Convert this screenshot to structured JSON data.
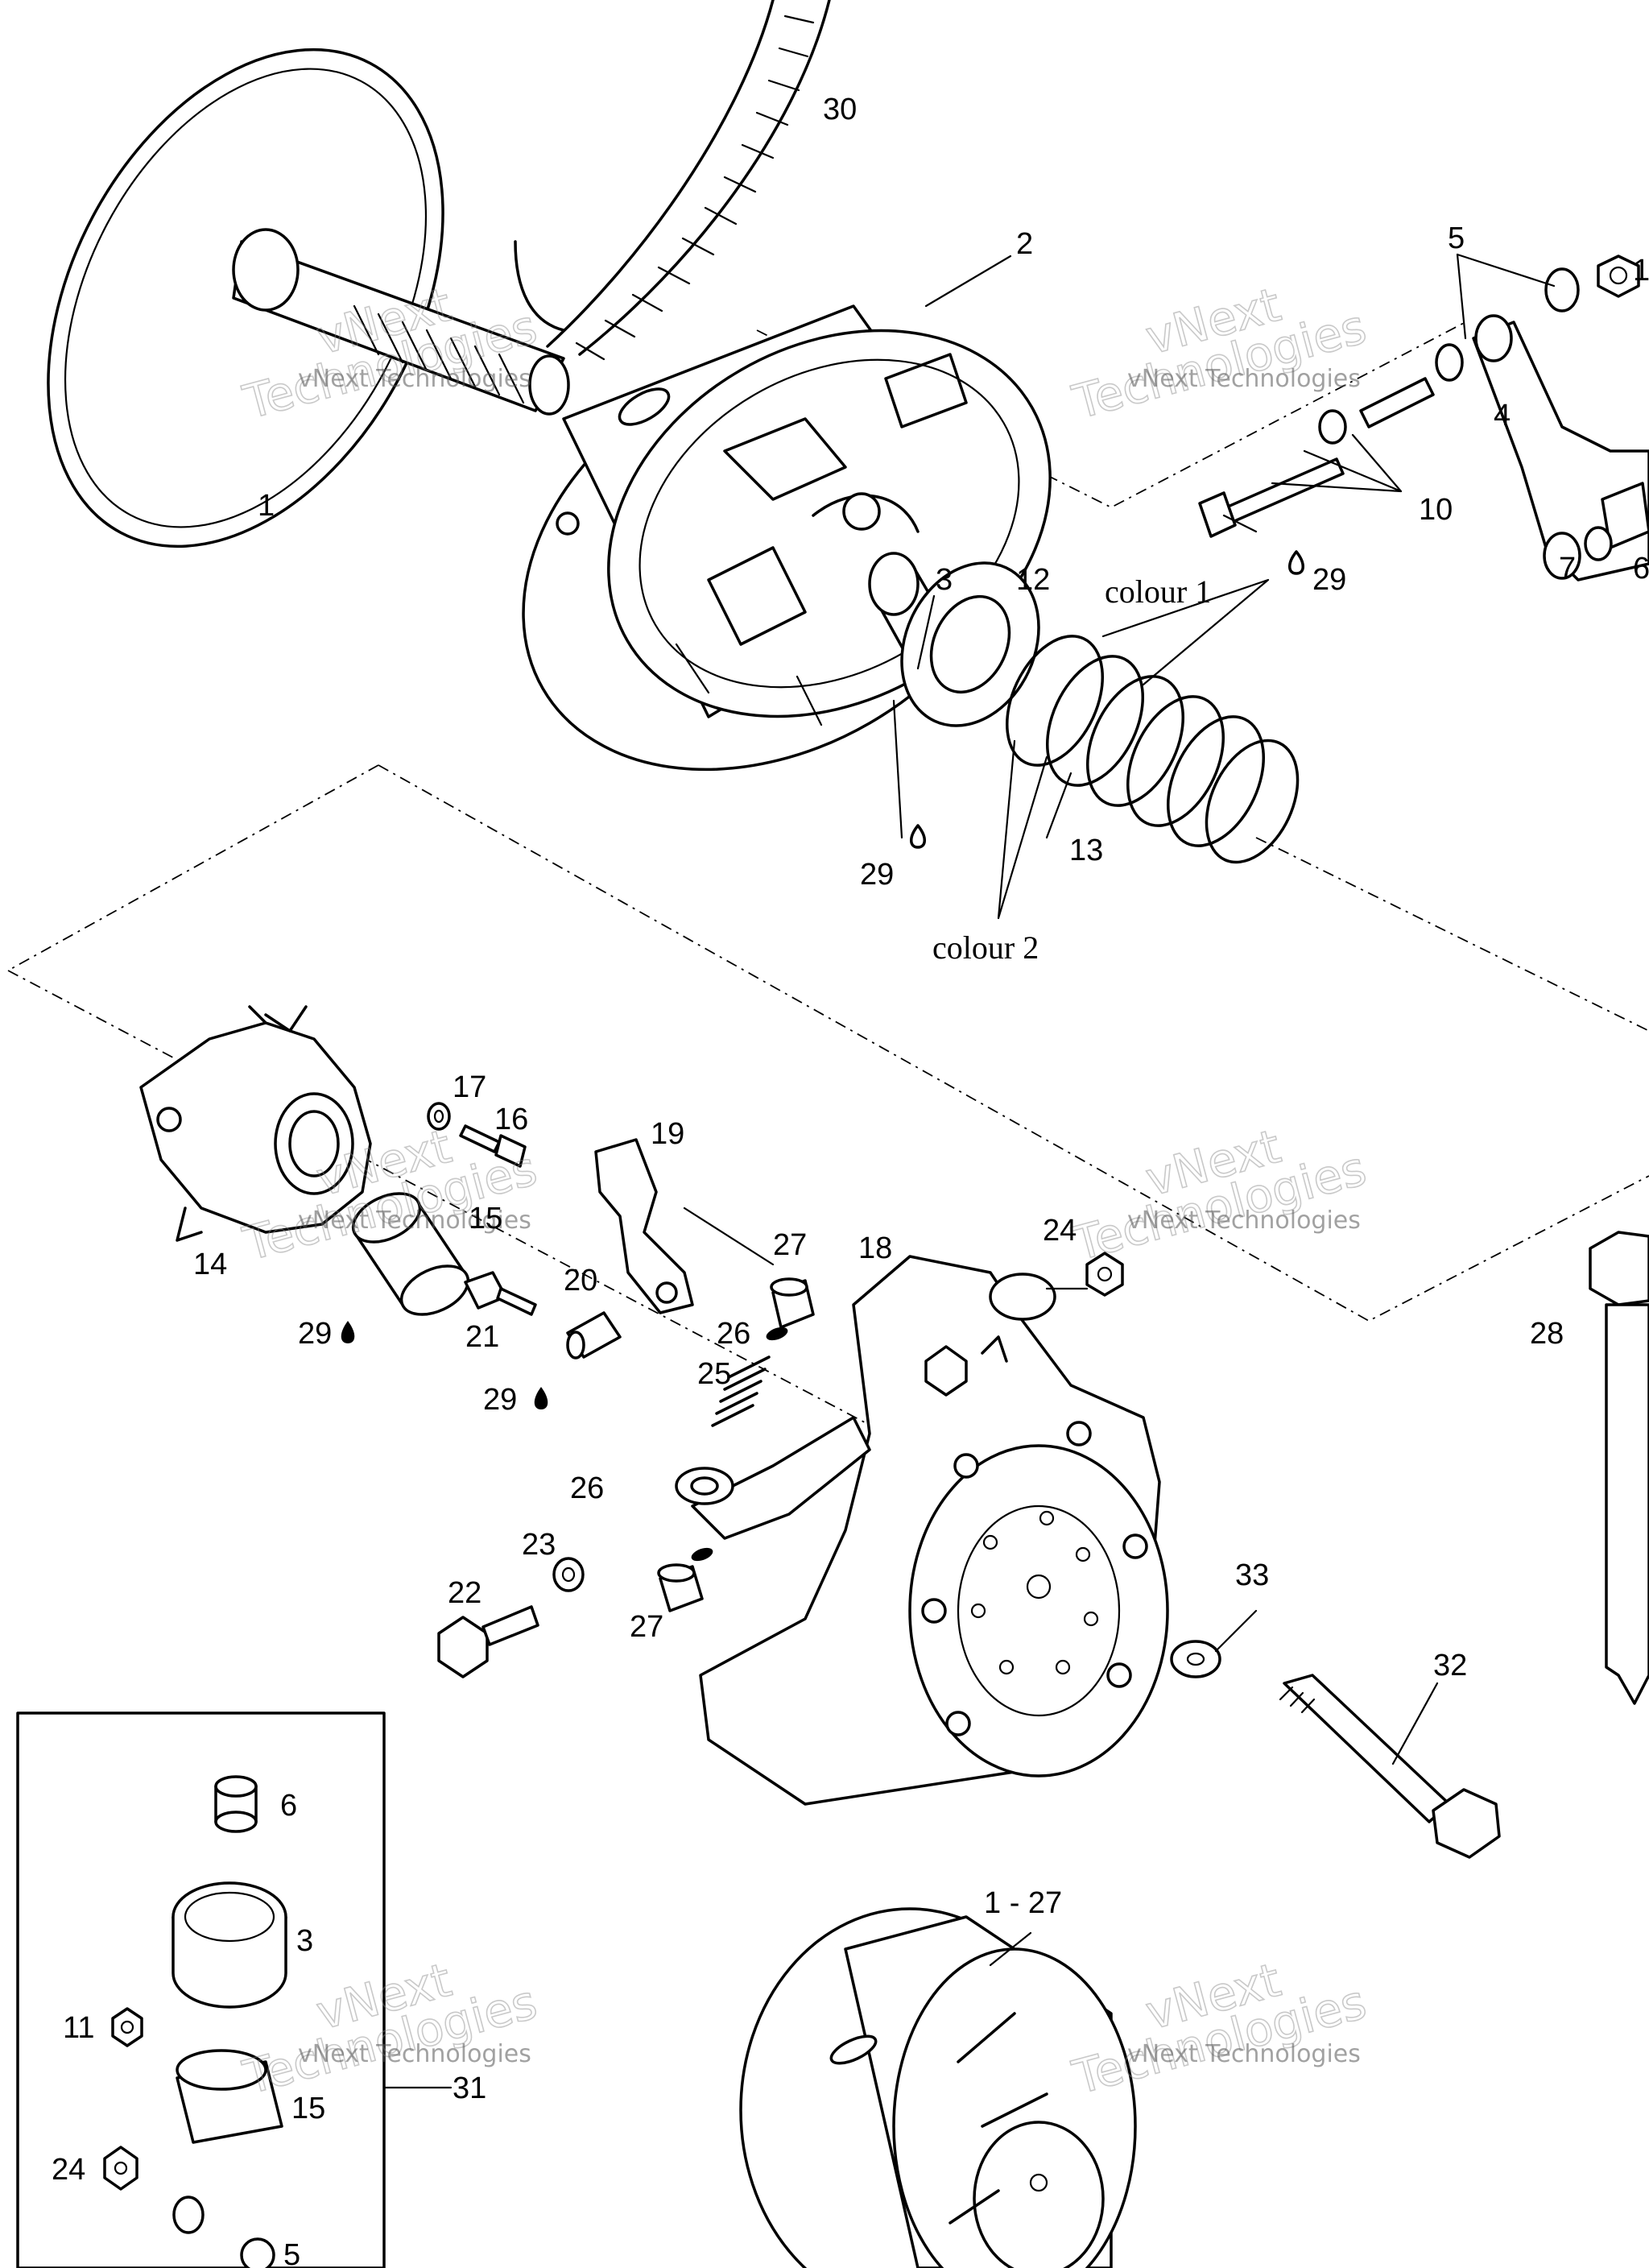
{
  "labels": {
    "l1": "1",
    "l2": "2",
    "l3": "3",
    "l4": "4",
    "l5": "5",
    "l6": "6",
    "l7": "7",
    "l10": "10",
    "l11": "11",
    "l12": "12",
    "l13": "13",
    "l14": "14",
    "l15": "15",
    "l16": "16",
    "l17": "17",
    "l18": "18",
    "l19": "19",
    "l20": "20",
    "l21": "21",
    "l22": "22",
    "l23": "23",
    "l24": "24",
    "l25": "25",
    "l26": "26",
    "l27": "27",
    "l28": "28",
    "l29": "29",
    "l30": "30",
    "l31": "31",
    "l32": "32",
    "l33": "33",
    "l1_27": "1 - 27",
    "colour1": "colour 1",
    "colour2": "colour 2"
  },
  "kit": {
    "items": [
      "6",
      "3",
      "11",
      "15",
      "24",
      "5"
    ]
  },
  "watermark": {
    "line1": "vNext Technologies",
    "line2": "vNext",
    "line3": "Technologies"
  }
}
